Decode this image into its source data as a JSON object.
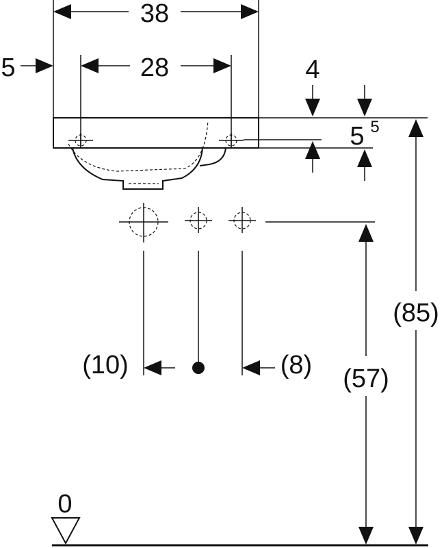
{
  "dimensions": {
    "overall_width": "38",
    "tap_hole_spacing": "28",
    "offset_left": "5",
    "rim_thickness": "4",
    "depth_base": "5",
    "depth_sup": "5",
    "overall_height": "(85)",
    "waste_height": "(57)",
    "left_outlet": "(10)",
    "right_outlet": "(8)",
    "floor_level": "0"
  }
}
